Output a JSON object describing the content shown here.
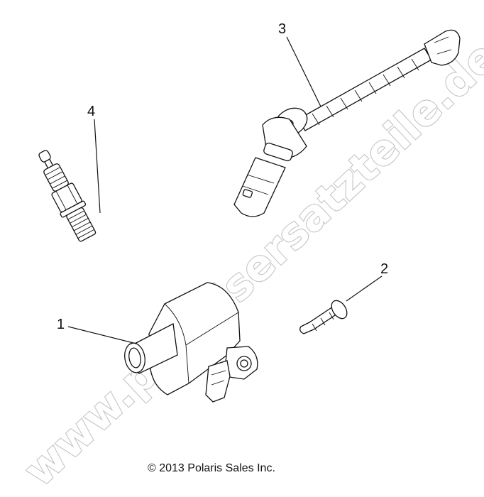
{
  "callouts": {
    "ignition_coil": "1",
    "bolt": "2",
    "spark_plug_wire": "3",
    "spark_plug": "4"
  },
  "copyright": "© 2013 Polaris Sales Inc.",
  "watermark": "www.polarisersatzteile.de"
}
